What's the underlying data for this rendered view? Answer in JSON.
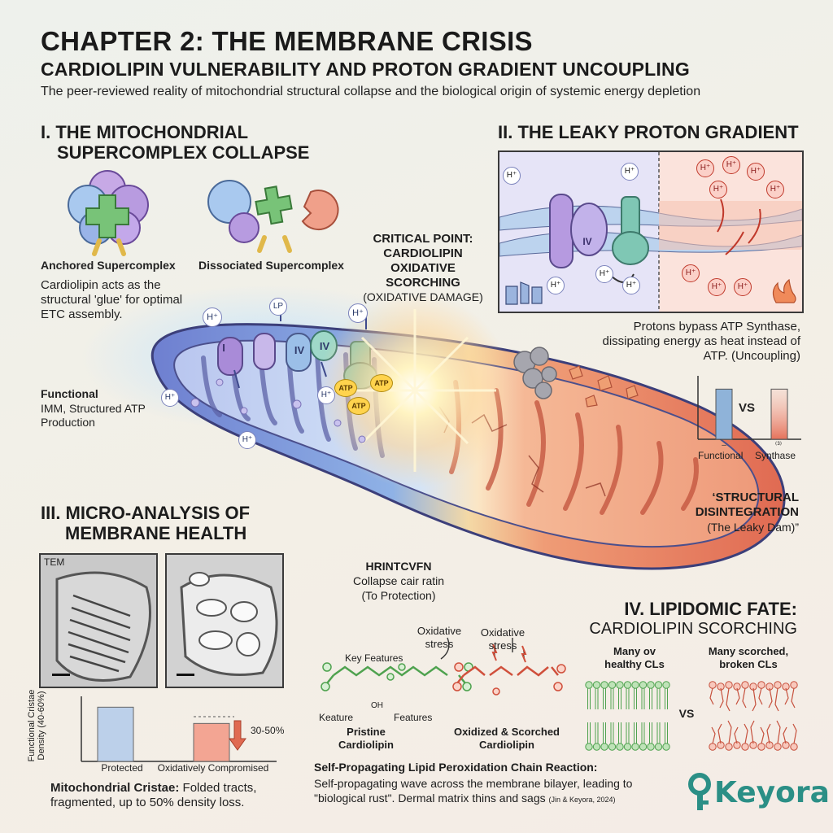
{
  "header": {
    "title": "CHAPTER 2: THE MEMBRANE CRISIS",
    "subtitle": "CARDIOLIPIN VULNERABILITY AND PROTON GRADIENT UNCOUPLING",
    "tagline": "The peer-reviewed reality of mitochondrial structural collapse and the biological origin of systemic energy depletion"
  },
  "section1": {
    "heading_line1": "I. THE MITOCHONDRIAL",
    "heading_line2": "SUPERCOMPLEX COLLAPSE",
    "anchored_label": "Anchored Supercomplex",
    "dissociated_label": "Dissociated Supercomplex",
    "glue_caption": "Cardiolipin acts as the structural 'glue' for optimal ETC assembly.",
    "functional_label": "Functional",
    "functional_caption": "IMM, Structured ATP Production"
  },
  "critical": {
    "line1": "CRITICAL POINT:",
    "line2": "CARDIOLIPIN",
    "line3": "OXIDATIVE",
    "line4": "SCORCHING",
    "note": "(OXIDATIVE DAMAGE)"
  },
  "mito_labels": {
    "proton": "H⁺",
    "complex_1": "I",
    "complex_4": "IV",
    "atp": "ATP",
    "top_marker": "LP"
  },
  "section2": {
    "heading": "II. THE LEAKY PROTON GRADIENT",
    "caption": "Protons bypass ATP Synthase, dissipating energy as heat instead of ATP. (Uncoupling)",
    "panel_complex": "IV",
    "proton": "H⁺",
    "chart_vs": "VS",
    "chart_label_left": "Functional",
    "chart_label_right": "Synthase",
    "chart_tick_left": "–",
    "chart_tick_right": "⁽³⁾"
  },
  "structural": {
    "line1": "‘STRUCTURAL",
    "line2": "DISINTEGRATION",
    "line3": "(The Leaky Dam)”"
  },
  "hrintcven": {
    "title": "HRINTCVFN",
    "line2": "Collapse cair ratin",
    "line3": "(To Protection)"
  },
  "section3": {
    "heading_line1": "III. MICRO-ANALYSIS OF",
    "heading_line2": "MEMBRANE HEALTH",
    "tem_label": "TEM",
    "yaxis_label": "Functional Cristae Density (40-60%)",
    "drop_label": "30-50%",
    "cat_protected": "Protected",
    "cat_compromised": "Oxidatively Compromised",
    "caption_bold": "Mitochondrial Cristae:",
    "caption_rest": " Folded tracts, fragmented, up to 50% density loss."
  },
  "chemistry": {
    "stress1": "Oxidative stress",
    "stress2": "Oxidative stress",
    "key_features": "Key Features",
    "keature": "Keature",
    "features": "Features",
    "oh": "OH",
    "pristine_line1": "Pristine",
    "pristine_line2": "Cardiolipin",
    "oxidized_line1": "Oxidized & Scorched",
    "oxidized_line2": "Cardiolipin"
  },
  "section4": {
    "heading_line1": "IV. LIPIDOMIC FATE:",
    "heading_line2": "CARDIOLIPIN SCORCHING",
    "healthy_label": "Many ov healthy CLs",
    "scorched_label": "Many scorched, broken CLs",
    "vs": "VS"
  },
  "chain": {
    "title": "Self-Propagating Lipid Peroxidation Chain Reaction:",
    "body": "Self-propagating wave across the membrane bilayer, leading to \"biological rust\". Dermal matrix thins and sags",
    "citation": "(Jin & Keyora, 2024)"
  },
  "brand": {
    "name": "Keyora"
  },
  "colors": {
    "healthy_blue": "#8fb3d9",
    "healthy_purple": "#b79ad9",
    "damaged_red": "#e5725b",
    "damaged_orange": "#ef9f73",
    "lipid_green": "#79b979",
    "brand_teal": "#2b8f86"
  },
  "chart_data": [
    {
      "type": "bar",
      "categories": [
        "Functional",
        "Synthase"
      ],
      "values": [
        100,
        100
      ],
      "xlabel": "",
      "ylabel": "",
      "ylim": [
        0,
        120
      ]
    },
    {
      "type": "bar",
      "categories": [
        "Protected",
        "Oxidatively Compromised"
      ],
      "values": [
        100,
        70
      ],
      "ylabel": "Functional Cristae Density (40-60%)",
      "annotation": "30-50%",
      "ylim": [
        0,
        120
      ]
    }
  ]
}
